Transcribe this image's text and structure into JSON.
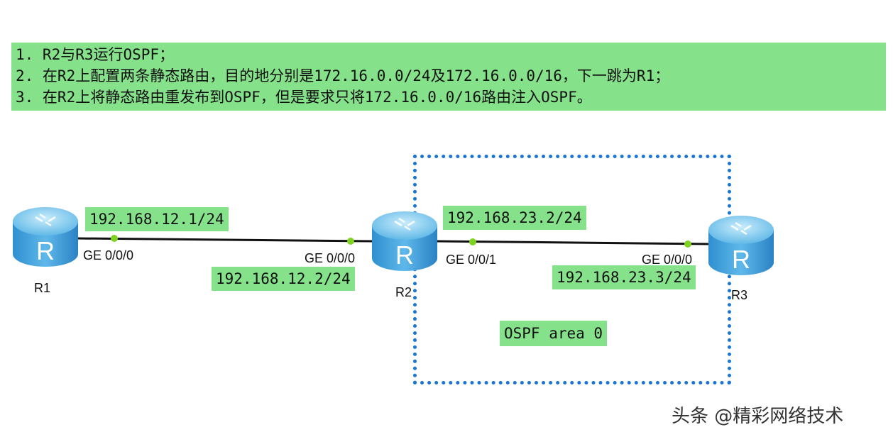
{
  "tasks": [
    "1. R2与R3运行OSPF；",
    "2. 在R2上配置两条静态路由，目的地分别是172.16.0.0/24及172.16.0.0/16，下一跳为R1；",
    "3. 在R2上将静态路由重发布到OSPF，但是要求只将172.16.0.0/16路由注入OSPF。"
  ],
  "routers": {
    "r1": {
      "name": "R1",
      "letter": "R"
    },
    "r2": {
      "name": "R2",
      "letter": "R"
    },
    "r3": {
      "name": "R3",
      "letter": "R"
    }
  },
  "interfaces": {
    "r1_ge000": {
      "port": "GE 0/0/0",
      "ip": "192.168.12.1/24"
    },
    "r2_ge000": {
      "port": "GE 0/0/0",
      "ip": "192.168.12.2/24"
    },
    "r2_ge001": {
      "port": "GE 0/0/1",
      "ip": "192.168.23.2/24"
    },
    "r3_ge000": {
      "port": "GE 0/0/0",
      "ip": "192.168.23.3/24"
    }
  },
  "area": {
    "label": "OSPF area 0"
  },
  "watermark": "头条 @精彩网络技术",
  "colors": {
    "label_bg": "#86e28a",
    "area_border": "#1a76d2",
    "port_dot": "#7ed321",
    "router_body": "#4aa9e0"
  }
}
